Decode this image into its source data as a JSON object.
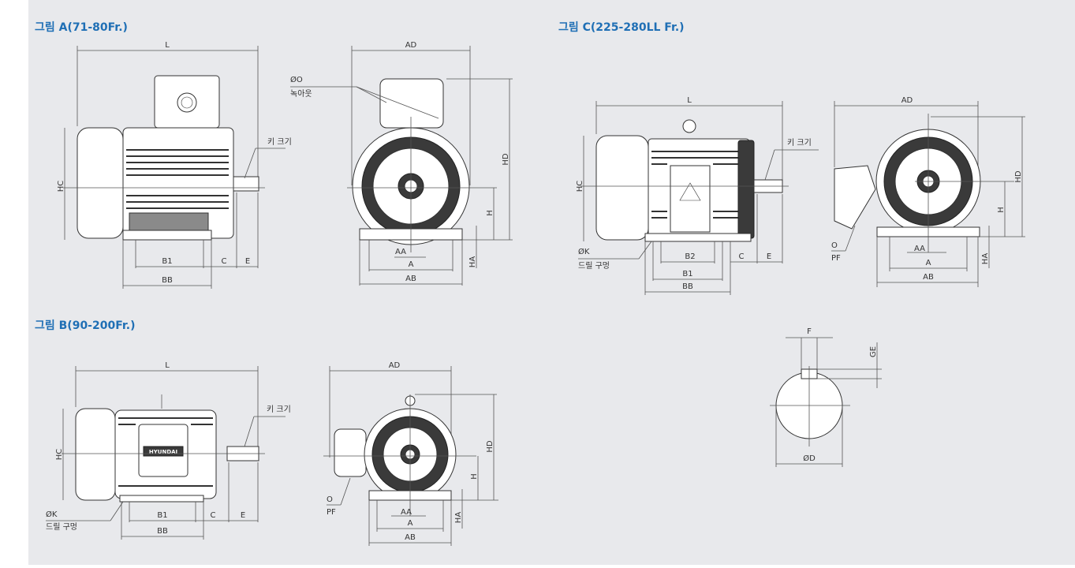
{
  "figures": {
    "a": {
      "title": "그림 A(71-80Fr.)"
    },
    "b": {
      "title": "그림 B(90-200Fr.)"
    },
    "c": {
      "title": "그림 C(225-280LL Fr.)"
    }
  },
  "labels": {
    "L": "L",
    "AD": "AD",
    "HC": "HC",
    "HD": "HD",
    "H": "H",
    "HA": "HA",
    "A": "A",
    "AA": "AA",
    "AB": "AB",
    "B1": "B1",
    "B2": "B2",
    "BB": "BB",
    "C": "C",
    "E": "E",
    "F": "F",
    "GE": "GE",
    "OD": "ØD",
    "key_size": "키 크기",
    "knockout_o": "ØO",
    "knockout": "녹아웃",
    "drill_k": "ØK",
    "drill_hole": "드릴 구멍",
    "o": "O",
    "pf": "PF",
    "hyundai": "HYUNDAI"
  }
}
